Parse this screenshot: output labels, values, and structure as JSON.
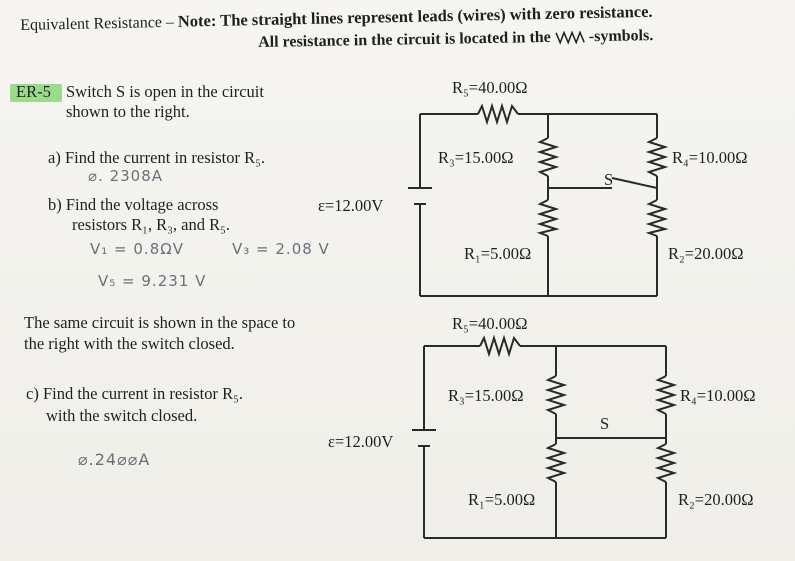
{
  "header": {
    "line1_plain": "Equivalent Resistance – ",
    "line1_bold": "Note: The straight lines represent leads (wires) with zero resistance.",
    "line2_bold_a": "All resistance in the circuit is located in the",
    "line2_bold_b": "-symbols."
  },
  "problem": {
    "tag": "ER-5",
    "intro_1": "Switch S is open in the circuit",
    "intro_2": "shown to the right.",
    "part_a": "a) Find the current in resistor R₅.",
    "answer_a": "⌀. 2308A",
    "part_b_1": "b) Find the voltage across",
    "part_b_2": "resistors R₁, R₃, and R₅.",
    "answer_b_1": "V₁ = 0.8ΩV",
    "answer_b_3": "V₃ = 2.08 V",
    "answer_b_5": "V₅ = 9.231 V",
    "closed_1": "The same circuit is shown in the space to",
    "closed_2": "the right with the switch closed.",
    "part_c_1": "c) Find the current in resistor R₅.",
    "part_c_2": "with the switch closed.",
    "answer_c": "⌀.24⌀⌀A"
  },
  "circuit_top": {
    "emf": "ε=12.00V",
    "R5": "R₅=40.00Ω",
    "R3": "R₃=15.00Ω",
    "R4": "R₄=10.00Ω",
    "R1": "R₁=5.00Ω",
    "R2": "R₂=20.00Ω",
    "switch": "S"
  },
  "circuit_bottom": {
    "emf": "ε=12.00V",
    "R5": "R₅=40.00Ω",
    "R3": "R₃=15.00Ω",
    "R4": "R₄=10.00Ω",
    "R1": "R₁=5.00Ω",
    "R2": "R₂=20.00Ω",
    "switch": "S"
  }
}
